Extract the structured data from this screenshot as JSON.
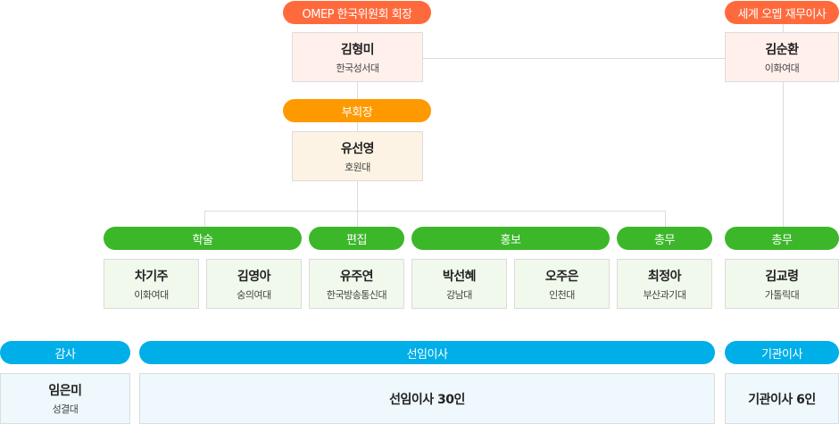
{
  "president": {
    "title": "OMEP 한국위원회 회장",
    "name": "김형미",
    "affiliation": "한국성서대"
  },
  "world_treasurer": {
    "title": "세계 오멥 재무이사",
    "name": "김순환",
    "affiliation": "이화여대"
  },
  "vice_president": {
    "title": "부회장",
    "name": "유선영",
    "affiliation": "호원대"
  },
  "departments": [
    {
      "title": "학술",
      "members": [
        {
          "name": "차기주",
          "affiliation": "이화여대"
        },
        {
          "name": "김영아",
          "affiliation": "숭의여대"
        }
      ]
    },
    {
      "title": "편집",
      "members": [
        {
          "name": "유주연",
          "affiliation": "한국방송통신대"
        }
      ]
    },
    {
      "title": "홍보",
      "members": [
        {
          "name": "박선혜",
          "affiliation": "강남대"
        },
        {
          "name": "오주은",
          "affiliation": "인천대"
        }
      ]
    },
    {
      "title": "총무",
      "members": [
        {
          "name": "최정아",
          "affiliation": "부산과기대"
        }
      ]
    },
    {
      "title": "총무",
      "members": [
        {
          "name": "김교령",
          "affiliation": "가톨릭대"
        }
      ]
    }
  ],
  "auditor": {
    "title": "감사",
    "name": "임은미",
    "affiliation": "성결대"
  },
  "elected_directors": {
    "title": "선임이사",
    "text": "선임이사 30인"
  },
  "institutional_directors": {
    "title": "기관이사",
    "text": "기관이사 6인"
  }
}
